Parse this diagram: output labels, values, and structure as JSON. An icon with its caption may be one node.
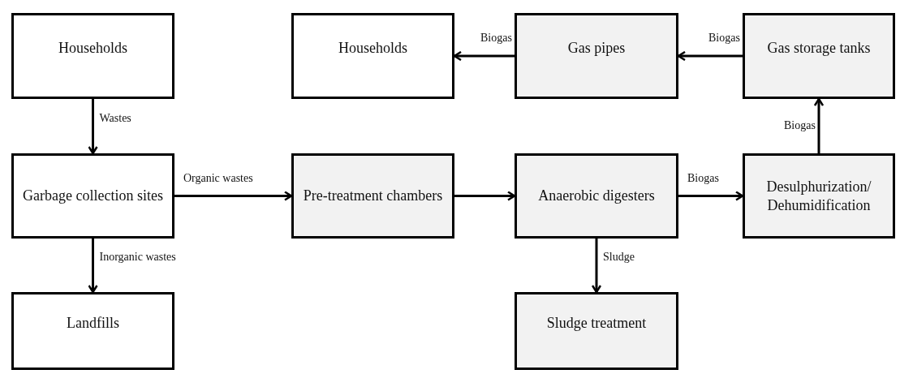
{
  "diagram": {
    "nodes": [
      {
        "text": [
          "Households"
        ]
      },
      {
        "text": [
          "Households"
        ]
      },
      {
        "text": [
          "Gas pipes"
        ]
      },
      {
        "text": [
          "Gas storage tanks"
        ]
      },
      {
        "text": [
          "Garbage collection sites"
        ]
      },
      {
        "text": [
          "Pre-treatment chambers"
        ]
      },
      {
        "text": [
          "Anaerobic digesters"
        ]
      },
      {
        "text": [
          "Desulphurization/ Dehumidification"
        ]
      },
      {
        "text": [
          "Landfills"
        ]
      },
      {
        "text": [
          "Sludge treatment"
        ]
      }
    ],
    "edges": [
      {
        "from": 0,
        "to": 4,
        "arrow": "to",
        "label": "Wastes"
      },
      {
        "from": 4,
        "to": 5,
        "arrow": "to",
        "label": "Organic wastes"
      },
      {
        "from": 5,
        "to": 6,
        "arrow": "to"
      },
      {
        "from": 6,
        "to": 7,
        "arrow": "to",
        "label": "Biogas"
      },
      {
        "from": 7,
        "to": 3,
        "arrow": "to",
        "label": "Biogas"
      },
      {
        "from": 3,
        "to": 2,
        "arrow": "to",
        "label": "Biogas"
      },
      {
        "from": 2,
        "to": 1,
        "arrow": "to",
        "label": "Biogas"
      },
      {
        "from": 4,
        "to": 8,
        "arrow": "to",
        "label": "Inorganic wastes"
      },
      {
        "from": 6,
        "to": 9,
        "arrow": "to",
        "label": "Sludge"
      }
    ]
  }
}
